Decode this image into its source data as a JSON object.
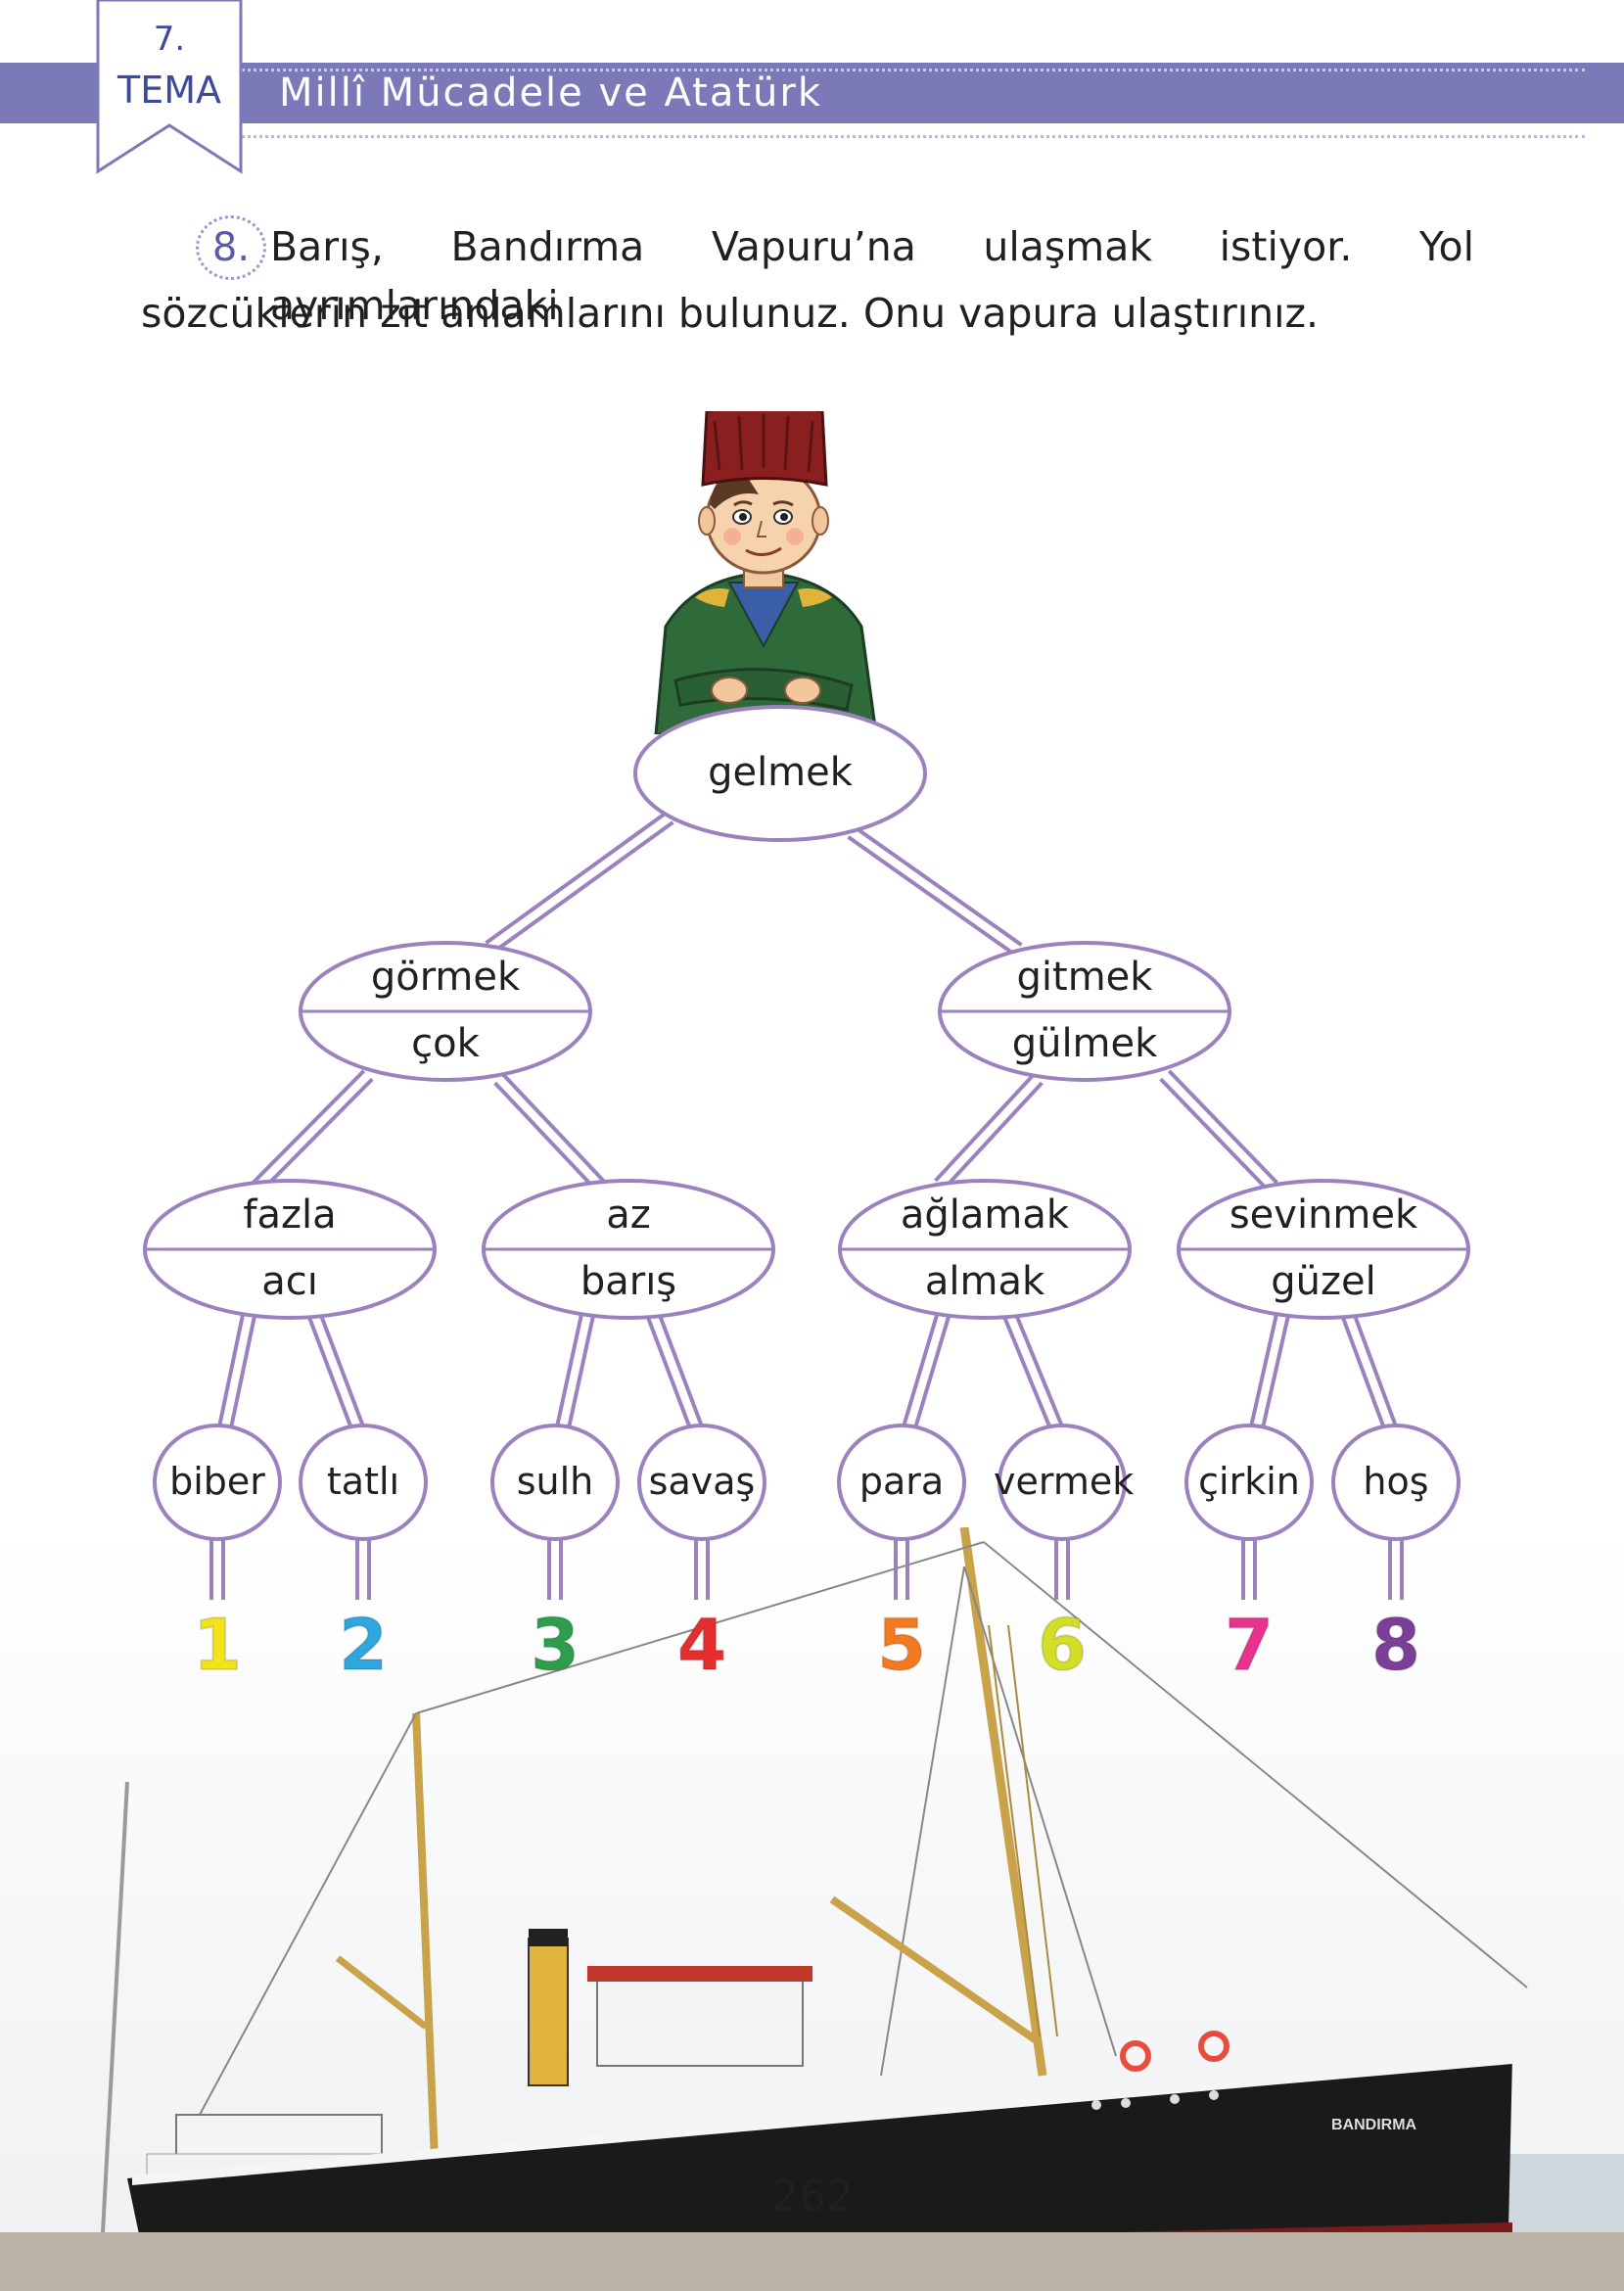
{
  "header": {
    "theme_number": "7.",
    "theme_word": "TEMA",
    "title": "Millî Mücadele ve Atatürk"
  },
  "question": {
    "number": "8.",
    "line1": "Barış, Bandırma Vapuru’na ulaşmak istiyor. Yol ayrımlarındaki",
    "line2": "sözcüklerin zıt anlamlarını bulunuz. Onu vapura ulaştırınız."
  },
  "tree": {
    "root": "gelmek",
    "level1": [
      {
        "top": "görmek",
        "bottom": "çok"
      },
      {
        "top": "gitmek",
        "bottom": "gülmek"
      }
    ],
    "level2": [
      {
        "top": "fazla",
        "bottom": "acı"
      },
      {
        "top": "az",
        "bottom": "barış"
      },
      {
        "top": "ağlamak",
        "bottom": "almak"
      },
      {
        "top": "sevinmek",
        "bottom": "güzel"
      }
    ],
    "leaves": [
      "biber",
      "tatlı",
      "sulh",
      "savaş",
      "para",
      "vermek",
      "çirkin",
      "hoş"
    ],
    "numbers": [
      "1",
      "2",
      "3",
      "4",
      "5",
      "6",
      "7",
      "8"
    ]
  },
  "colors": {
    "accent": "#7b79b8",
    "node_stroke": "#9b82bf",
    "numbers": [
      "#f2e31a",
      "#2fa6de",
      "#2e9e4d",
      "#e52d2d",
      "#f47a20",
      "#d4de27",
      "#e8338c",
      "#7b3f98"
    ]
  },
  "ship_name": "BANDIRMA",
  "page_number": "262"
}
